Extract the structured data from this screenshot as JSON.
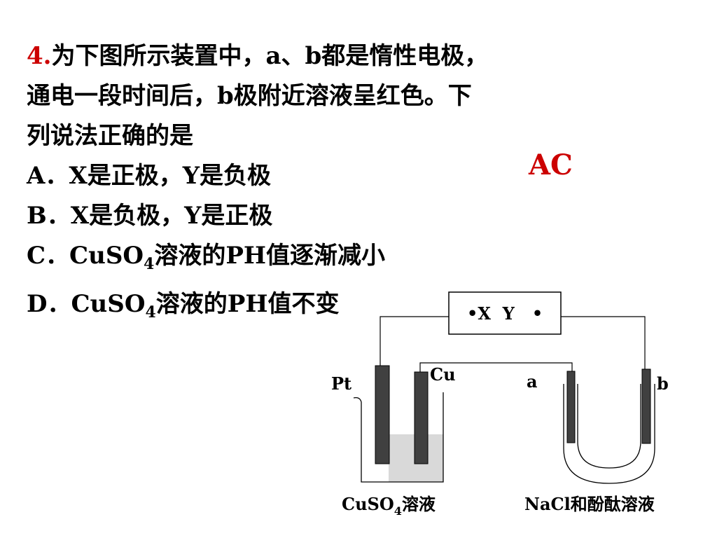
{
  "question": {
    "number": "4.",
    "lines": [
      "为下图所示装置中，a、b都是惰性电极，",
      "通电一段时间后，b极附近溶液呈红色。下",
      "列说法正确的是"
    ]
  },
  "options": [
    {
      "prefix": "A．X是正极，Y是负极"
    },
    {
      "prefix": "B．X是负极，Y是正极"
    },
    {
      "pre": "C．CuSO",
      "sub": "4",
      "post": "溶液的PH值逐渐减小"
    },
    {
      "pre": "D．CuSO",
      "sub": "4",
      "post": "溶液的PH值不变"
    }
  ],
  "answer": "AC",
  "diagram": {
    "power_label": "•X  Y   •",
    "pt_label": "Pt",
    "cu_label": "Cu",
    "a_label": "a",
    "b_label": "b",
    "beaker_label_pre": "CuSO",
    "beaker_label_sub": "4",
    "beaker_label_post": "溶液",
    "utube_label": "NaCl和酚酞溶液"
  }
}
